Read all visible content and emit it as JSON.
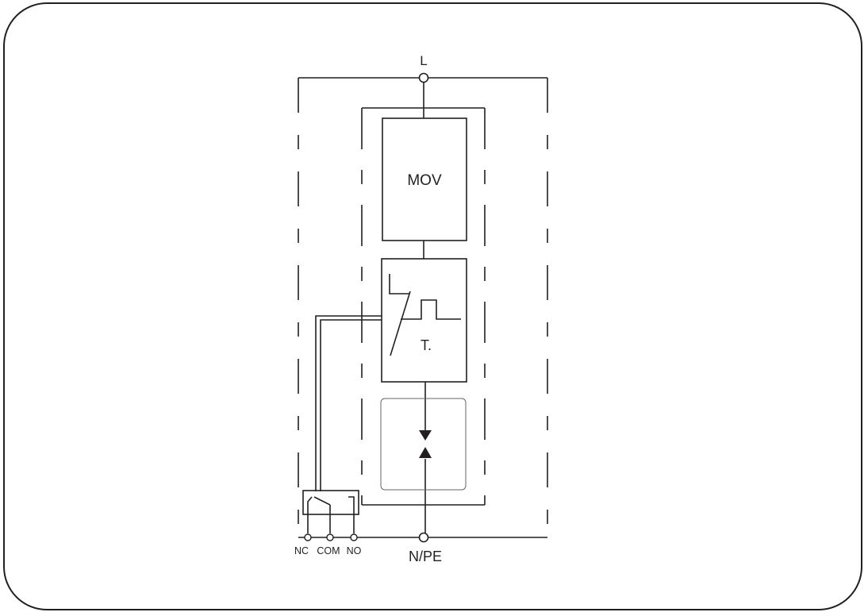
{
  "diagram": {
    "title": "",
    "colors": {
      "line": "#231f20",
      "background": "#ffffff",
      "inner_box": "#666666"
    },
    "terminals": {
      "line": "L",
      "neutral_pe": "N/PE",
      "nc": "NC",
      "com": "COM",
      "no": "NO"
    },
    "components": {
      "varistor": "MOV",
      "thermal": "T.",
      "gas_tube": ""
    }
  }
}
